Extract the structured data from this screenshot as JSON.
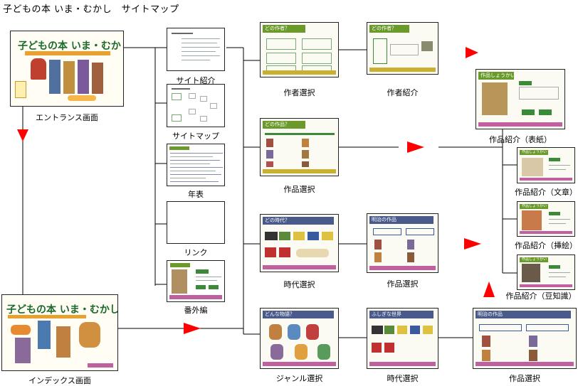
{
  "title": "子どもの本 いま・むかし　サイトマップ",
  "nodes": {
    "entrance": {
      "label": "エントランス画面",
      "splash": "子どもの本 いま・むかし"
    },
    "site_intro": {
      "label": "サイト紹介"
    },
    "sitemap": {
      "label": "サイトマップ"
    },
    "chronology": {
      "label": "年表"
    },
    "link": {
      "label": "リンク"
    },
    "extra": {
      "label": "番外編"
    },
    "index": {
      "label": "インデックス画面",
      "splash": "子どもの本 いま・むかし"
    },
    "author_select": {
      "label": "作者選択",
      "header": "どの作者？"
    },
    "author_intro": {
      "label": "作者紹介",
      "header": "どの作者？"
    },
    "work_select_1": {
      "label": "作品選択",
      "header": "どの作品？"
    },
    "era_select": {
      "label": "時代選択",
      "header": "どの時代？"
    },
    "work_select_2": {
      "label": "作品選択",
      "header": "明治の作品"
    },
    "genre_select": {
      "label": "ジャンル選択",
      "header": "どんな物語？"
    },
    "era_select_2": {
      "label": "時代選択",
      "header": "ふしぎな世界"
    },
    "work_select_3": {
      "label": "作品選択",
      "header": "明治の作品"
    },
    "work_cover": {
      "label": "作品紹介（表紙）",
      "header": "作品しょうかい"
    },
    "work_text": {
      "label": "作品紹介（文章）",
      "header": "作品しょうかい"
    },
    "work_illus": {
      "label": "作品紹介（挿絵）",
      "header": "作品しょうかい"
    },
    "work_trivia": {
      "label": "作品紹介（豆知識）",
      "header": "作品しょうかい"
    }
  },
  "colors": {
    "arrow": "#ff0000",
    "line": "#000000",
    "green_header": "#6a9a2a",
    "blue_header": "#4a5a8a",
    "footer_bar": "#c060a0"
  }
}
